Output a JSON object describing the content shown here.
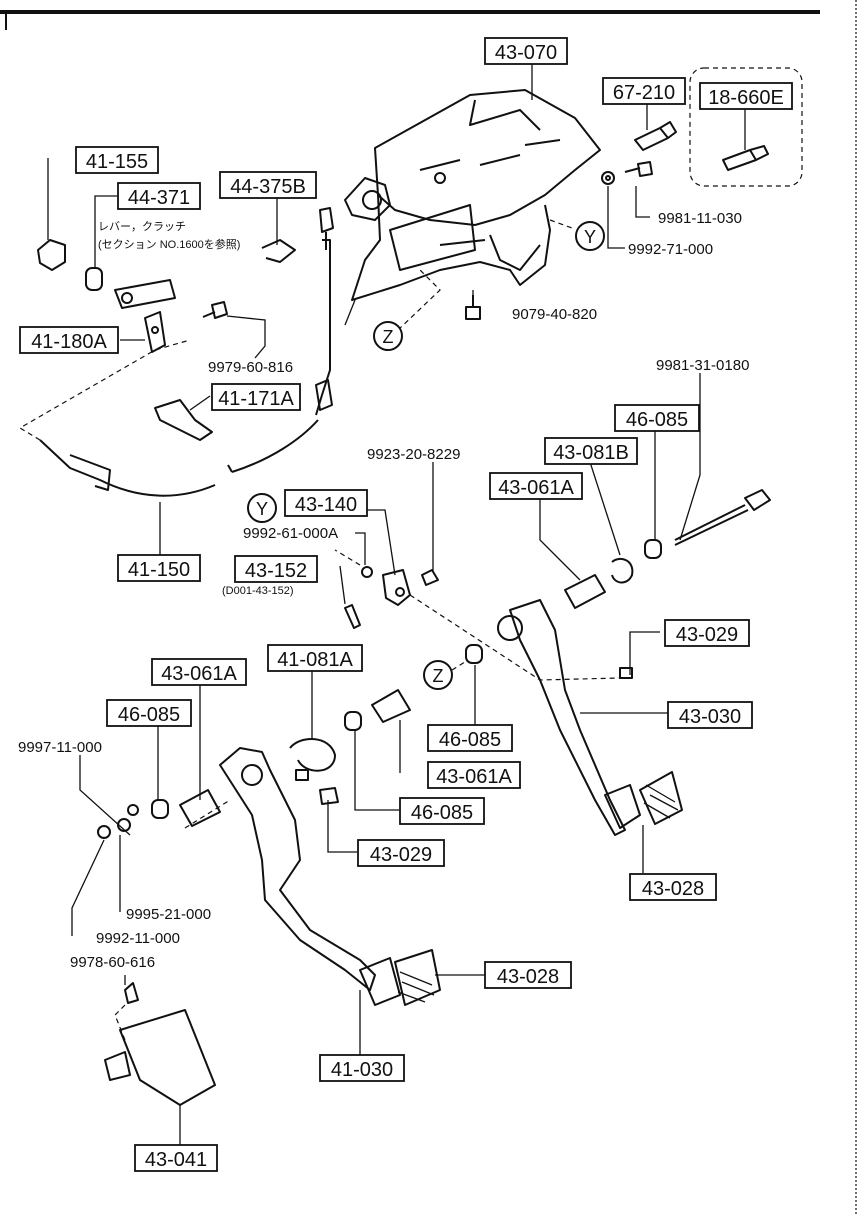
{
  "labels": {
    "l43_070": "43-070",
    "l67_210": "67-210",
    "l18_660e": "18-660E",
    "l41_155": "41-155",
    "l44_371": "44-371",
    "l44_375b": "44-375B",
    "l41_180a": "41-180A",
    "l41_171a": "41-171A",
    "l41_150": "41-150",
    "l43_140": "43-140",
    "l43_152": "43-152",
    "l46_085_a": "46-085",
    "l43_081b": "43-081B",
    "l43_061a_a": "43-061A",
    "l43_029_a": "43-029",
    "l43_030": "43-030",
    "l43_061a_b": "43-061A",
    "l41_081a": "41-081A",
    "l46_085_b": "46-085",
    "l46_085_c": "46-085",
    "l43_061a_c": "43-061A",
    "l46_085_d": "46-085",
    "l43_029_b": "43-029",
    "l43_028_a": "43-028",
    "l43_028_b": "43-028",
    "l41_030": "41-030",
    "l43_041": "43-041"
  },
  "part_numbers": {
    "p9981_11_030": "9981-11-030",
    "p9992_71_000": "9992-71-000",
    "p9079_40_820": "9079-40-820",
    "p9979_60_816": "9979-60-816",
    "p9981_31_0180": "9981-31-0180",
    "p9923_20_8229": "9923-20-8229",
    "p9992_61_000a": "9992-61-000A",
    "p9997_11_000": "9997-11-000",
    "p9995_21_000": "9995-21-000",
    "p9992_11_000": "9992-11-000",
    "p9978_60_616": "9978-60-616"
  },
  "notes": {
    "lever_clutch": "レバー，クラッチ",
    "section_ref": "(セクション NO.1600を参照)",
    "d001": "(D001-43-152)"
  },
  "markers": {
    "y1": "Y",
    "y2": "Y",
    "z1": "Z",
    "z2": "Z"
  }
}
